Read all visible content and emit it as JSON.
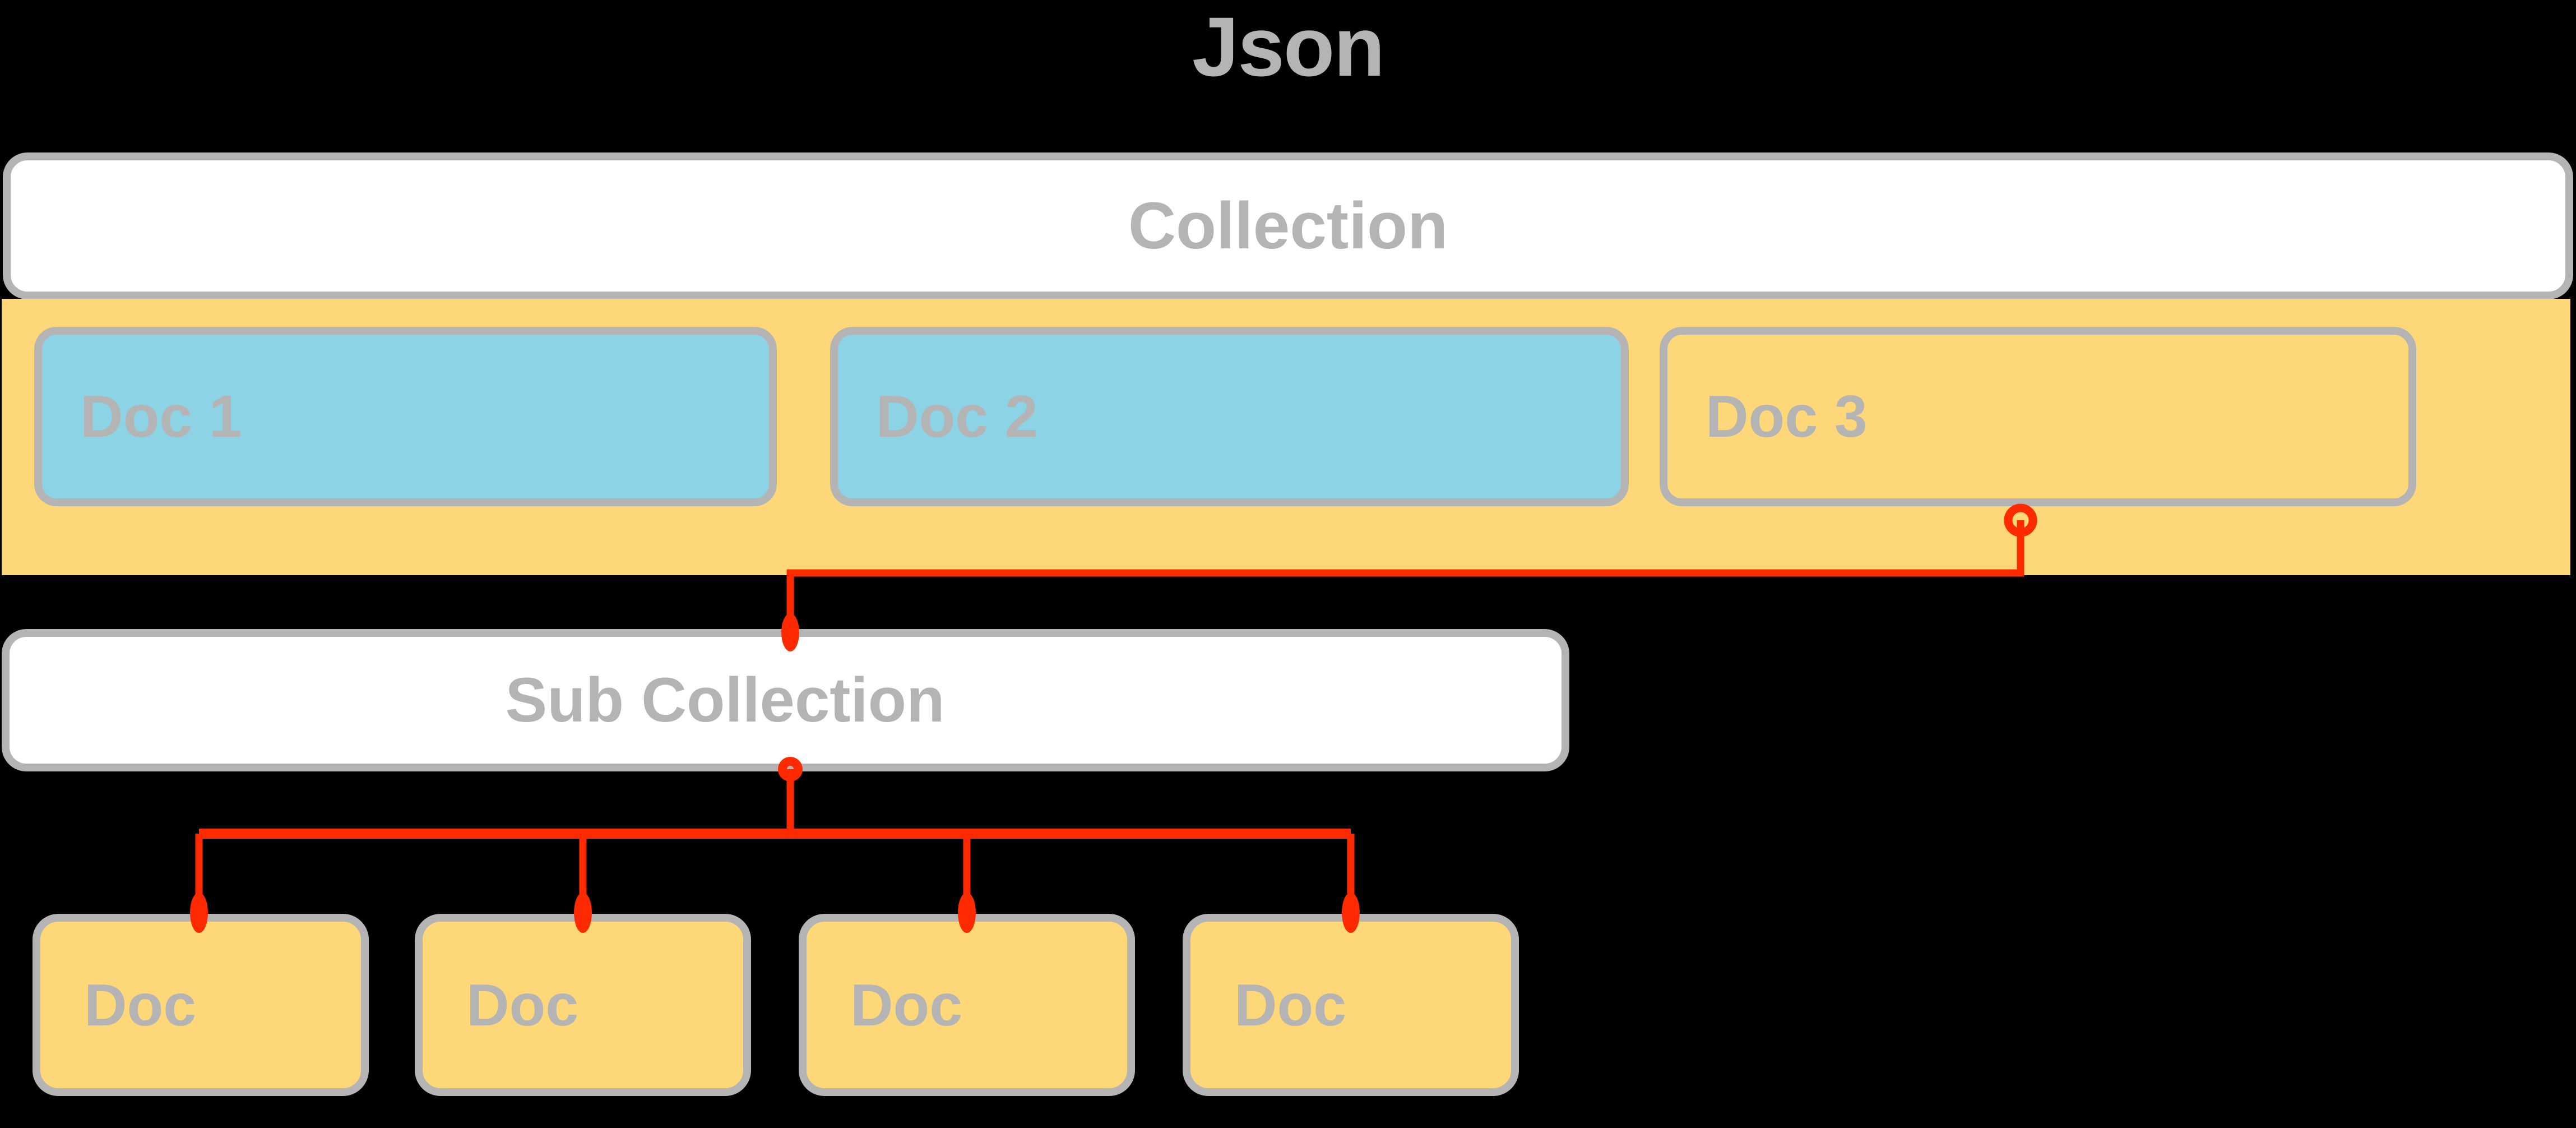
{
  "title": "Json",
  "colors": {
    "background": "#000000",
    "panel_white": "#ffffff",
    "band_amber": "#fdd778",
    "doc_blue": "#8cd3e6",
    "border_gray": "#b4b4b4",
    "text_gray": "#b4b4b4",
    "connector_red": "#ff2a00"
  },
  "collection": {
    "label": "Collection",
    "documents": [
      {
        "label": "Doc 1",
        "fill": "blue"
      },
      {
        "label": "Doc 2",
        "fill": "blue"
      },
      {
        "label": "Doc 3",
        "fill": "amber"
      }
    ]
  },
  "sub_collection": {
    "label": "Sub Collection",
    "documents": [
      {
        "label": "Doc"
      },
      {
        "label": "Doc"
      },
      {
        "label": "Doc"
      },
      {
        "label": "Doc"
      }
    ]
  },
  "connectors": {
    "doc3_to_subcollection": {
      "from": "Doc 3",
      "to": "Sub Collection",
      "source_marker": "hollow-ring",
      "target_marker": "filled-dot"
    },
    "subcollection_to_docs": {
      "from": "Sub Collection",
      "to": [
        "Doc",
        "Doc",
        "Doc",
        "Doc"
      ],
      "source_marker": "hollow-ring",
      "target_marker": "filled-dot"
    }
  }
}
